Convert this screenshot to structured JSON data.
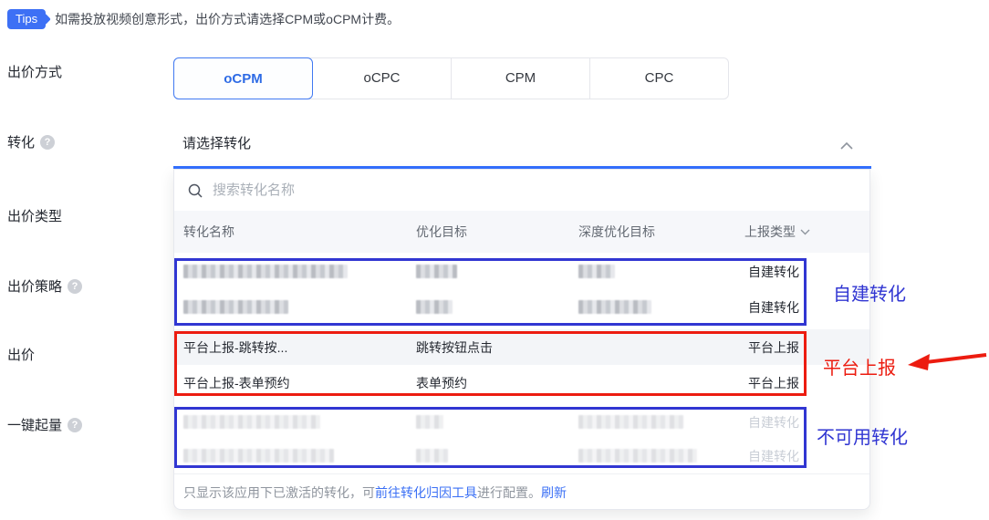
{
  "tips": {
    "badge": "Tips",
    "text": "如需投放视频创意形式，出价方式请选择CPM或oCPM计费。"
  },
  "form": {
    "fields": [
      {
        "label": "出价方式",
        "has_help": false
      },
      {
        "label": "转化",
        "has_help": true
      },
      {
        "label": "出价类型",
        "has_help": false
      },
      {
        "label": "出价策略",
        "has_help": true
      },
      {
        "label": "出价",
        "has_help": false
      },
      {
        "label": "一键起量",
        "has_help": true
      }
    ],
    "bid_methods": {
      "options": [
        "oCPM",
        "oCPC",
        "CPM",
        "CPC"
      ],
      "selected": "oCPM"
    },
    "conversion_select": {
      "placeholder": "请选择转化"
    }
  },
  "dropdown": {
    "search_placeholder": "搜索转化名称",
    "columns": [
      "转化名称",
      "优化目标",
      "深度优化目标",
      "上报类型"
    ],
    "rows": [
      {
        "name": "",
        "optimization_goal": "",
        "deep_goal": "",
        "report_type": "自建转化",
        "redacted": true,
        "disabled": false
      },
      {
        "name": "",
        "optimization_goal": "",
        "deep_goal": "",
        "report_type": "自建转化",
        "redacted": true,
        "disabled": false
      },
      {
        "name": "平台上报-跳转按...",
        "optimization_goal": "跳转按钮点击",
        "deep_goal": "",
        "report_type": "平台上报",
        "redacted": false,
        "disabled": false
      },
      {
        "name": "平台上报-表单预约",
        "optimization_goal": "表单预约",
        "deep_goal": "",
        "report_type": "平台上报",
        "redacted": false,
        "disabled": false
      },
      {
        "name": "",
        "optimization_goal": "",
        "deep_goal": "",
        "report_type": "自建转化",
        "redacted": true,
        "disabled": true
      },
      {
        "name": "",
        "optimization_goal": "",
        "deep_goal": "",
        "report_type": "自建转化",
        "redacted": true,
        "disabled": true
      }
    ],
    "footer": {
      "text_prefix": "只显示该应用下已激活的转化，可",
      "link_tool": "前往转化归因工具",
      "text_middle": "进行配置。",
      "link_refresh": "刷新"
    }
  },
  "annotations": [
    {
      "label": "自建转化",
      "color": "#3136d2"
    },
    {
      "label": "平台上报",
      "color": "#ec1c10",
      "arrow": true
    },
    {
      "label": "不可用转化",
      "color": "#3136d2"
    }
  ],
  "colors": {
    "accent_blue": "#3d70f5",
    "selected_tab_blue": "#2e6be5",
    "underline_blue": "#3370ff",
    "annotation_blue": "#3136d2",
    "annotation_red": "#ec1c10",
    "header_bg": "#f6f7fa",
    "stripe_bg": "#f3f5f8",
    "disabled_text": "#c9ced6",
    "link_blue": "#3b70f5"
  }
}
